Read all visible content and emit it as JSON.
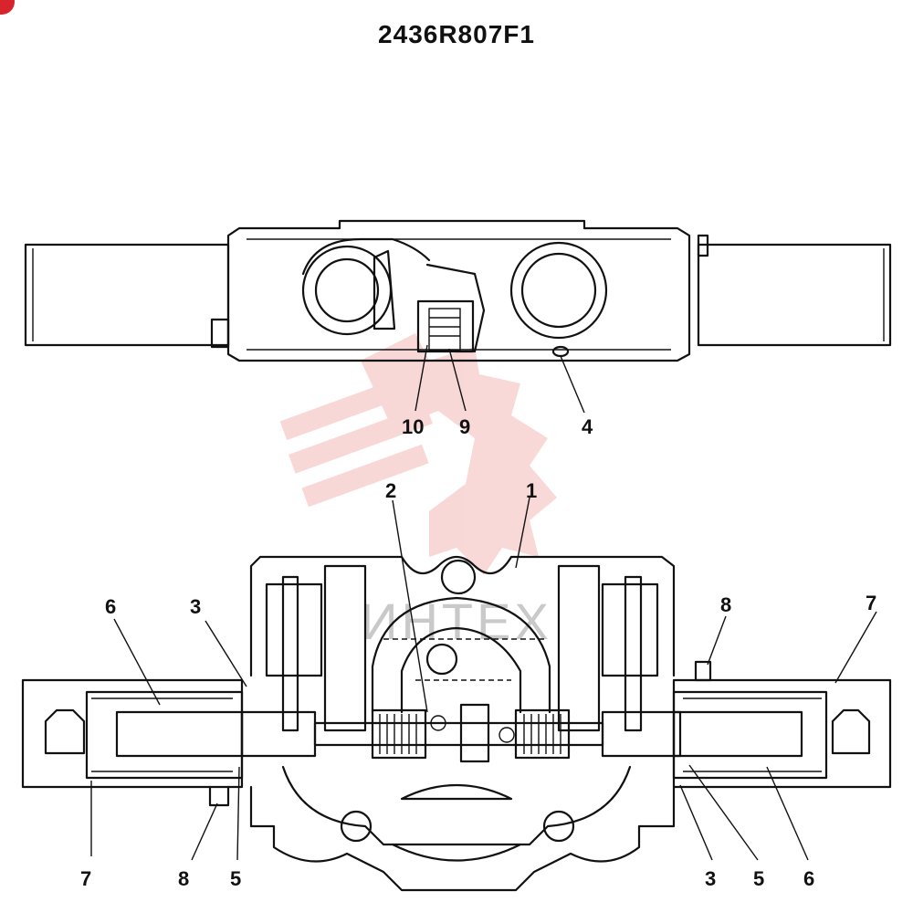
{
  "title": "2436R807F1",
  "watermark_text": "ИНТЕХ",
  "callouts": {
    "top_10": "10",
    "top_9": "9",
    "top_4": "4",
    "c2": "2",
    "c1": "1",
    "l6": "6",
    "l3": "3",
    "r8": "8",
    "r7": "7",
    "b7": "7",
    "b8": "8",
    "b5": "5",
    "b3": "3",
    "b5r": "5",
    "b6": "6"
  },
  "colors": {
    "badge": "#d8242c",
    "watermark": "#f4b8b8"
  }
}
